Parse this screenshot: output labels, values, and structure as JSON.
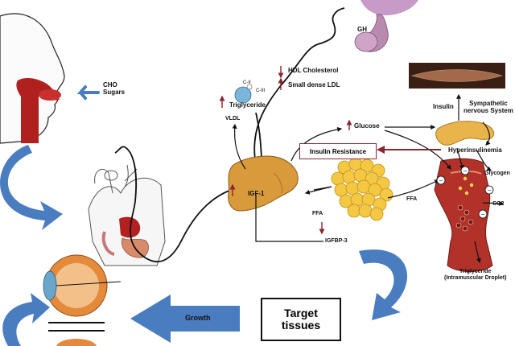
{
  "labels": {
    "cho_sugars": "CHO\nSugars",
    "gh": "GH",
    "hdl": "HDL Cholesterol",
    "small_dense_ldl": "Small dense LDL",
    "c2": "C-II",
    "c3": "C-III",
    "triglyceride": "Triglyceride",
    "vldl": "VLDL",
    "glucose": "Glucose",
    "insulin": "Insulin",
    "sympathetic": "Sympathetic\nnervous System",
    "insulin_resistance": "Insulin Resistance",
    "hyperinsulinemia": "Hyperinsulinemia",
    "glycogen": "Glycogen",
    "co2": "CO2",
    "igf1": "IGF-1",
    "ffa_left": "FFA",
    "ffa_right": "FFA",
    "igfbp3": "IGFBP-3",
    "tri_intramuscular": "Triglyceride\n(Intramuscular Droplet)",
    "growth": "Growth",
    "target_tissues": "Target\ntissues",
    "minus": "−"
  },
  "icons": [
    "head-silhouette",
    "arm-body-figure",
    "pituitary-icon",
    "liver-icon",
    "lipoprotein-icon",
    "fat-cells-icon",
    "pancreas-icon",
    "muscle-fiber-icon",
    "blood-vessel-icon",
    "eye-icon"
  ],
  "colors": {
    "blue_arrow": "#4a7dc0",
    "red_arrow": "#8b2530",
    "line": "#111111",
    "mouth": "#b0201f"
  }
}
